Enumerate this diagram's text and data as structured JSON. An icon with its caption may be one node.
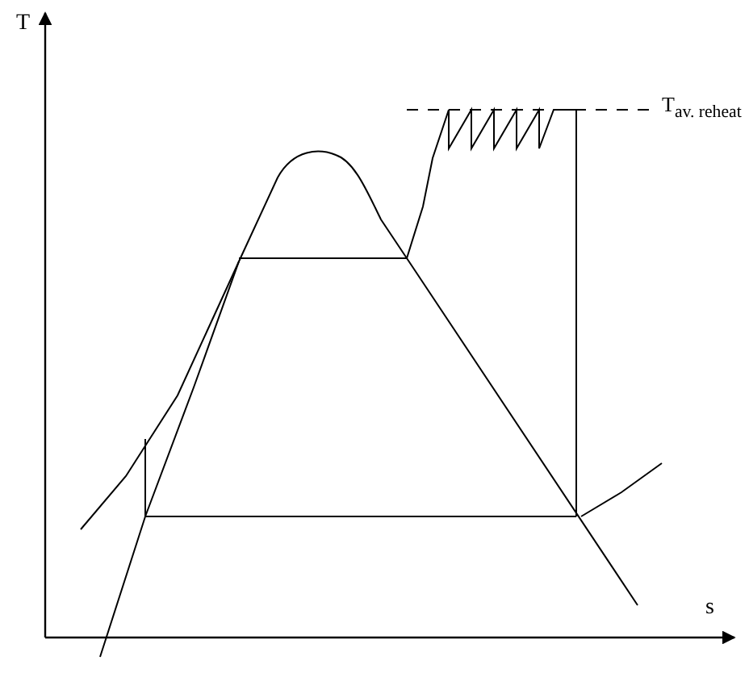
{
  "diagram": {
    "labels": [
      "T",
      "s",
      "T$_{av. reheat}$"
    ]
  }
}
